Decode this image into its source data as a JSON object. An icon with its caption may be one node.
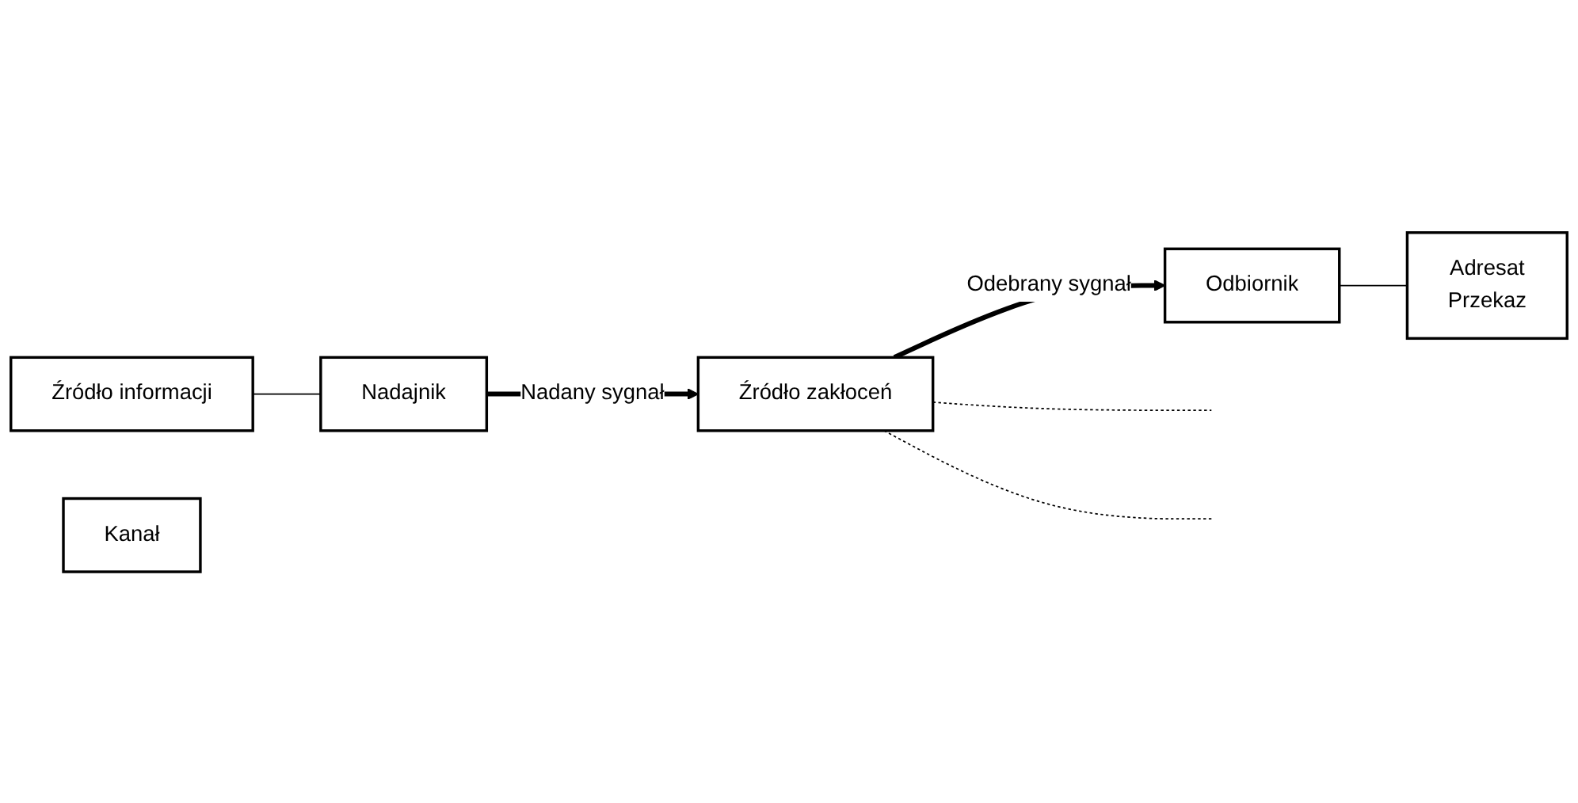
{
  "diagram": {
    "nodes": [
      {
        "text": [
          "Źródło informacji"
        ]
      },
      {
        "text": [
          "Nadajnik"
        ]
      },
      {
        "text": [
          "Kanał"
        ]
      },
      {
        "text": [
          "Źródło zakłoceń"
        ]
      },
      {
        "text": [
          "Odbiornik"
        ]
      },
      {
        "text": [
          "Adresat",
          "Przekaz"
        ]
      }
    ],
    "edges": [
      {
        "from": 0,
        "to": 1,
        "arrow": "none"
      },
      {
        "from": 1,
        "to": 3,
        "label": "Nadany sygnał",
        "arrow": "to",
        "style": "thick"
      },
      {
        "from": 3,
        "to": null,
        "arrow": "none",
        "style": "dashed"
      },
      {
        "from": 3,
        "to": null,
        "arrow": "none",
        "style": "dashed"
      },
      {
        "from": 3,
        "to": 4,
        "label": "Odebrany sygnał",
        "arrow": "to",
        "style": "thick"
      },
      {
        "from": 4,
        "to": 5,
        "arrow": "none"
      }
    ]
  }
}
